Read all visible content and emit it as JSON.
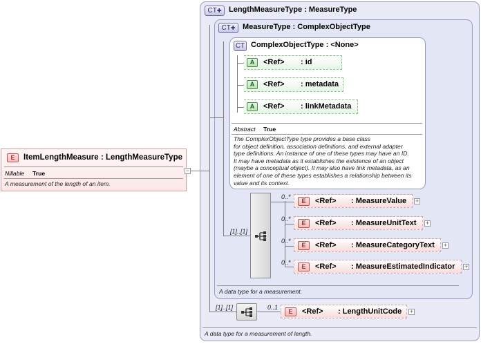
{
  "root_element": {
    "badge": "E",
    "name": "ItemLengthMeasure",
    "type": ": LengthMeasureType",
    "nillable_label": "Nillable",
    "nillable_value": "True",
    "documentation": "A measurement of the length of an item."
  },
  "length_measure_type": {
    "badge": "CT",
    "title": "LengthMeasureType : MeasureType",
    "documentation": "A data type for a measurement of length.",
    "sequence_occurrence": "[1]..[1]",
    "unit_element": {
      "badge": "E",
      "occurrence": "0..1",
      "ref": "<Ref>",
      "name": ": LengthUnitCode"
    }
  },
  "measure_type": {
    "badge": "CT",
    "title": "MeasureType : ComplexObjectType",
    "documentation": "A data type for a measurement.",
    "sequence_occurrence": "[1]..[1]",
    "elements": [
      {
        "badge": "E",
        "occurrence": "0..*",
        "ref": "<Ref>",
        "name": ": MeasureValue"
      },
      {
        "badge": "E",
        "occurrence": "0..*",
        "ref": "<Ref>",
        "name": ": MeasureUnitText"
      },
      {
        "badge": "E",
        "occurrence": "0..*",
        "ref": "<Ref>",
        "name": ": MeasureCategoryText"
      },
      {
        "badge": "E",
        "occurrence": "0..*",
        "ref": "<Ref>",
        "name": ": MeasureEstimatedIndicator"
      }
    ]
  },
  "complex_object_type": {
    "badge": "CT",
    "title": "ComplexObjectType : <None>",
    "attributes": [
      {
        "badge": "A",
        "ref": "<Ref>",
        "name": ": id"
      },
      {
        "badge": "A",
        "ref": "<Ref>",
        "name": ": metadata"
      },
      {
        "badge": "A",
        "ref": "<Ref>",
        "name": ": linkMetadata"
      }
    ],
    "abstract_label": "Abstract",
    "abstract_value": "True",
    "documentation_lines": [
      "The ComplexObjectType type provides a base class",
      "for object definition, association definitions, and external adapter",
      "type definitions. An instance of one of these types may have an ID.",
      "It may have metadata as it establishes the existence of an object",
      "(maybe a conceptual object). It may also have link metadata, as an",
      "element of one of these types establishes a relationship between its",
      "value and its context."
    ]
  },
  "expander_glyph": "+",
  "collapse_glyph": "−",
  "sequence_icon": "sequence-icon",
  "colors": {
    "element_fill": "#f8dcdc",
    "attribute_fill": "#e6f6e6",
    "complex_type_fill": "#e9ebf7",
    "connector": "#7c7c7c"
  }
}
